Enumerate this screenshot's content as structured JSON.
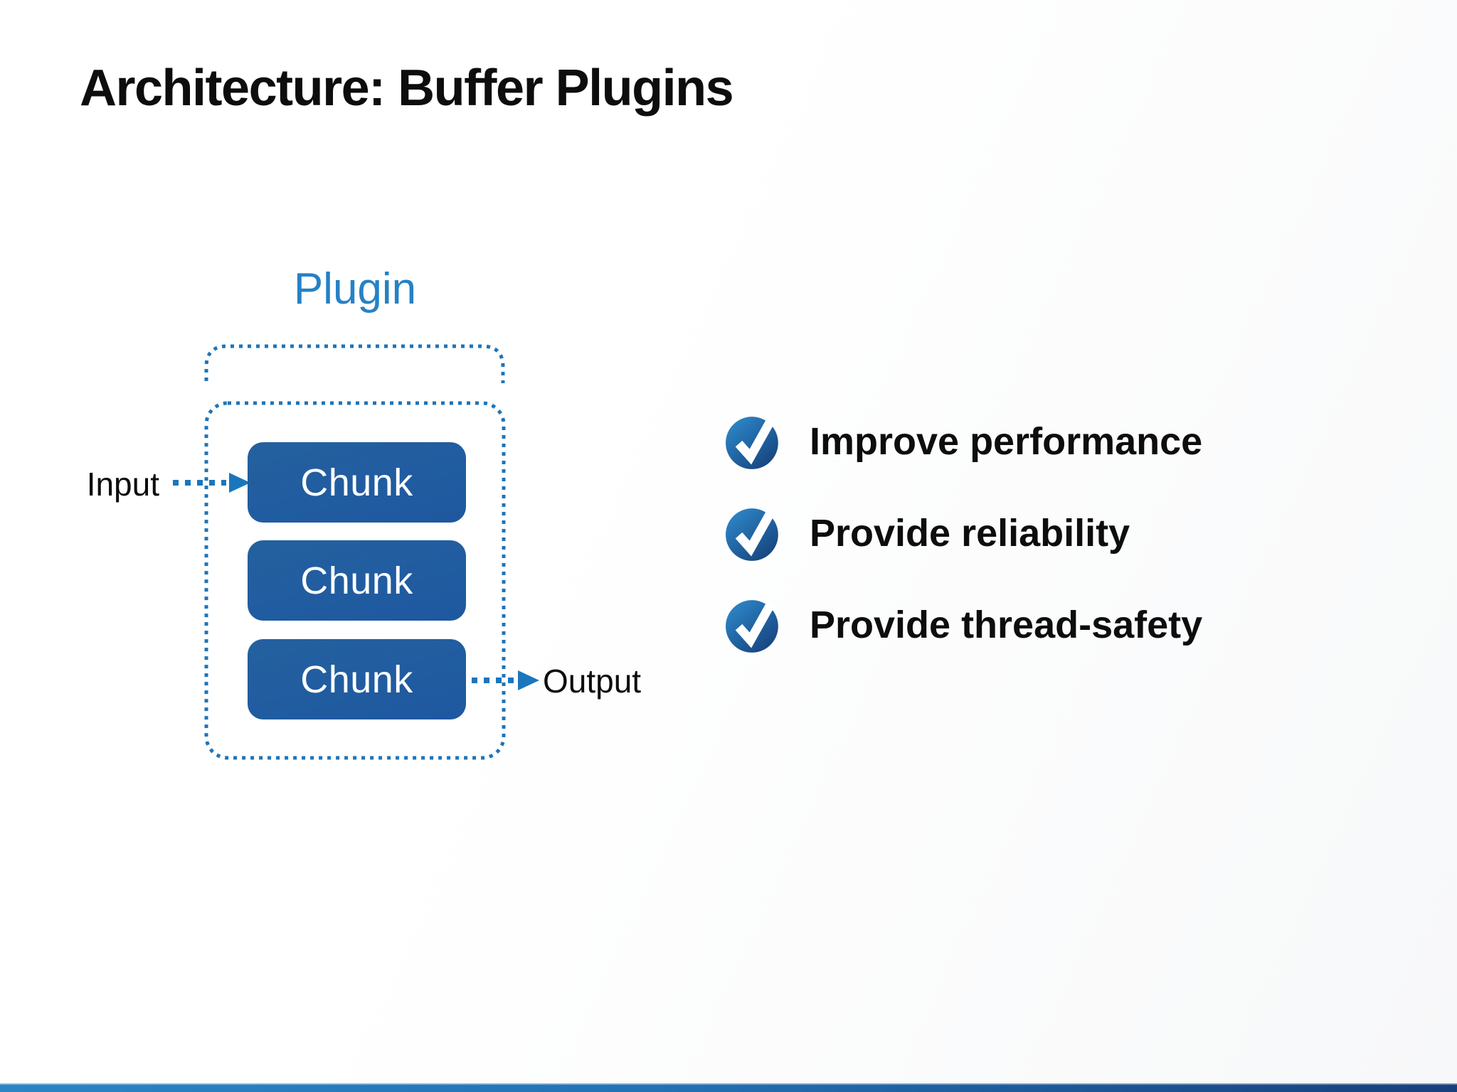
{
  "slide": {
    "title": "Architecture: Buffer Plugins"
  },
  "diagram": {
    "plugin_label": "Plugin",
    "input_label": "Input",
    "output_label": "Output",
    "chunks": [
      "Chunk",
      "Chunk",
      "Chunk"
    ]
  },
  "bullets": [
    {
      "icon": "check-circle-icon",
      "label": "Improve performance"
    },
    {
      "icon": "check-circle-icon",
      "label": "Provide reliability"
    },
    {
      "icon": "check-circle-icon",
      "label": "Provide thread-safety"
    }
  ],
  "colors": {
    "plugin_label_blue": "#2581c6",
    "dashed_outline_blue": "#1e74b9",
    "chunk_fill_blue": "#1f5ba2",
    "arrow_blue": "#1b76bd",
    "check_gradient_top": "#2f8ed0",
    "check_gradient_bottom": "#16417b",
    "footer_gradient_left": "#2b85c5",
    "footer_gradient_right": "#173f7c",
    "text_black": "#0d0d0d"
  }
}
